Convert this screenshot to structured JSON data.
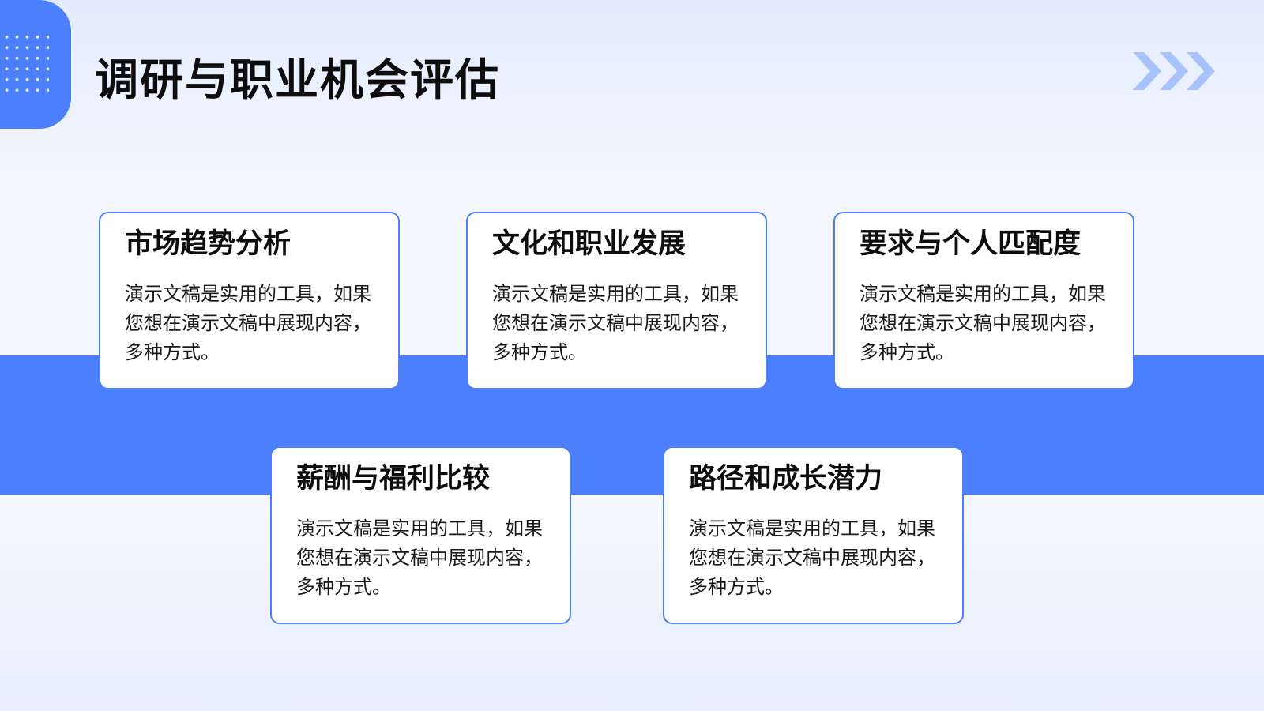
{
  "title": "调研与职业机会评估",
  "icons": {
    "decor_dots": "dot-grid-icon",
    "decor_arrows": "triple-chevron-right-icon"
  },
  "colors": {
    "accent": "#4b7ffb",
    "chevron": "#a7c2fd",
    "background": "#f4f7fe"
  },
  "cards": [
    {
      "title": "市场趋势分析",
      "text": "演示文稿是实用的工具，如果您想在演示文稿中展现内容，多种方式。"
    },
    {
      "title": "文化和职业发展",
      "text": "演示文稿是实用的工具，如果您想在演示文稿中展现内容，多种方式。"
    },
    {
      "title": "要求与个人匹配度",
      "text": "演示文稿是实用的工具，如果您想在演示文稿中展现内容，多种方式。"
    },
    {
      "title": "薪酬与福利比较",
      "text": "演示文稿是实用的工具，如果您想在演示文稿中展现内容，多种方式。"
    },
    {
      "title": "路径和成长潜力",
      "text": "演示文稿是实用的工具，如果您想在演示文稿中展现内容，多种方式。"
    }
  ]
}
